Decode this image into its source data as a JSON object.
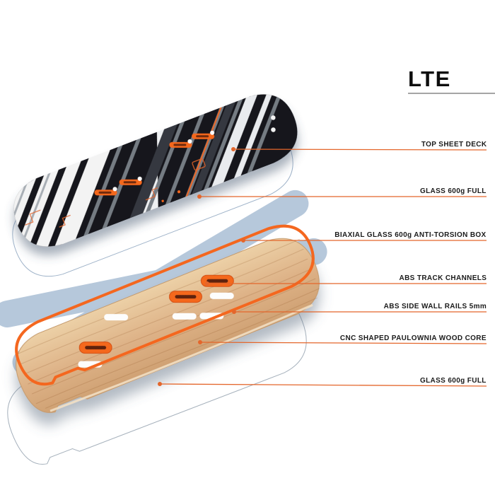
{
  "header": {
    "title": "LTE"
  },
  "diagram": {
    "subject": "Exploded kiteboard construction layers",
    "accent_color": "#f4671f",
    "leader_line_color": "#e4662b",
    "callouts": [
      {
        "label": "TOP SHEET DECK",
        "target_layer": "top-sheet-deck"
      },
      {
        "label": "GLASS 600g FULL",
        "target_layer": "top-glass"
      },
      {
        "label": "BIAXIAL GLASS 600g ANTI-TORSION BOX",
        "target_layer": "anti-torsion-box"
      },
      {
        "label": "ABS TRACK CHANNELS",
        "target_layer": "track-channels"
      },
      {
        "label": "ABS SIDE WALL RAILS 5mm",
        "target_layer": "side-wall-rails"
      },
      {
        "label": "CNC SHAPED PAULOWNIA WOOD CORE",
        "target_layer": "wood-core"
      },
      {
        "label": "GLASS 600g FULL",
        "target_layer": "bottom-glass"
      }
    ],
    "layer_colors": {
      "deck_base": "#17171b",
      "deck_stripe_gray": "#757b83",
      "deck_stripe_white": "#f3f3f3",
      "glass_top": "#b3c4d8",
      "anti_torsion": "#b6c8db",
      "wood_core": "#ddb186",
      "rails": "#f4671f",
      "bottom_glass": "#b7c1cb"
    }
  }
}
